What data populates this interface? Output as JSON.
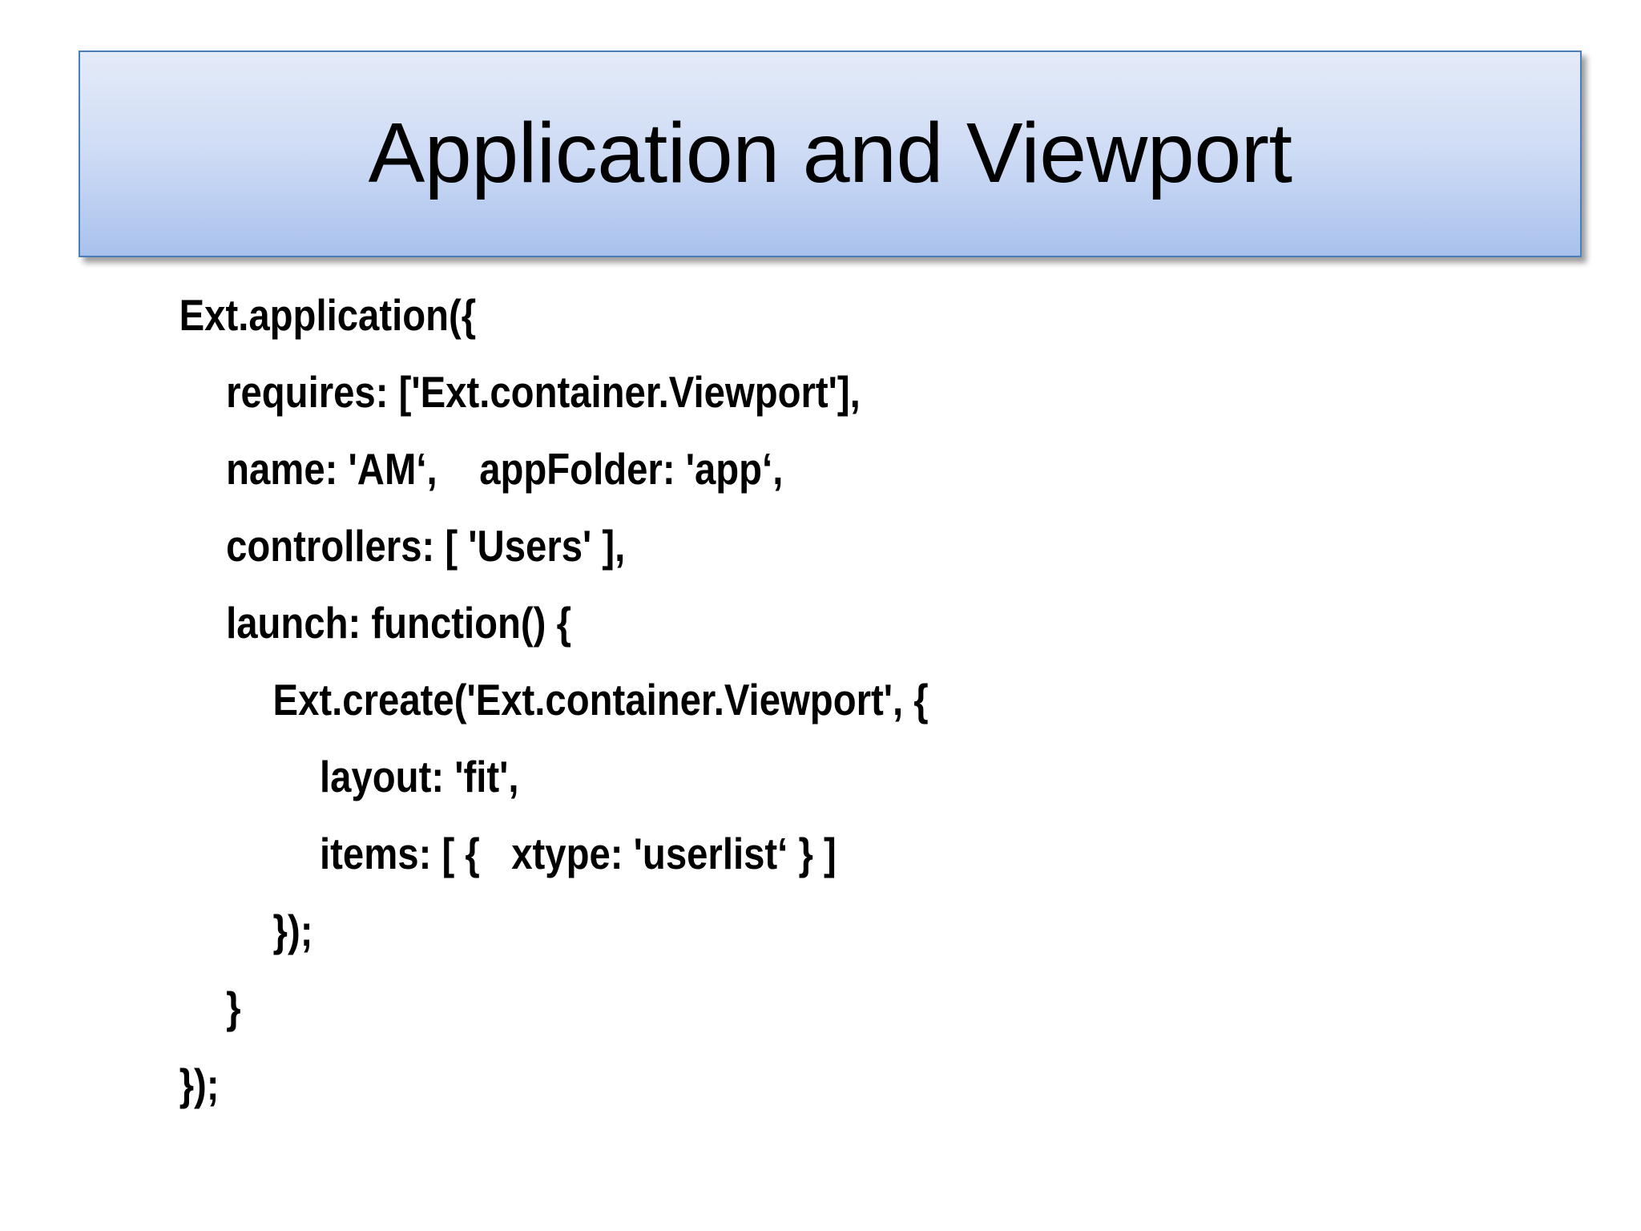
{
  "slide": {
    "background_color": "#ffffff",
    "title": {
      "text": "Application and Viewport",
      "border_color": "#4a7ebb",
      "gradient_top": "#e3eaf9",
      "gradient_bottom": "#a9c1ec",
      "text_color": "#000000"
    },
    "code": {
      "language": "javascript",
      "text_color": "#000000",
      "lines": [
        {
          "indent": 0,
          "text": "Ext.application({"
        },
        {
          "indent": 1,
          "text": "requires: ['Ext.container.Viewport'],"
        },
        {
          "indent": 1,
          "text": "name: 'AM‘,    appFolder: 'app‘,"
        },
        {
          "indent": 1,
          "text": "controllers: [ 'Users' ],"
        },
        {
          "indent": 1,
          "text": "launch: function() {"
        },
        {
          "indent": 2,
          "text": "Ext.create('Ext.container.Viewport', {"
        },
        {
          "indent": 3,
          "text": "layout: 'fit',"
        },
        {
          "indent": 3,
          "text": "items: [ {   xtype: 'userlist‘ } ]"
        },
        {
          "indent": 2,
          "text": "});"
        },
        {
          "indent": 1,
          "text": "}"
        },
        {
          "indent": 0,
          "text": "});"
        }
      ]
    }
  }
}
